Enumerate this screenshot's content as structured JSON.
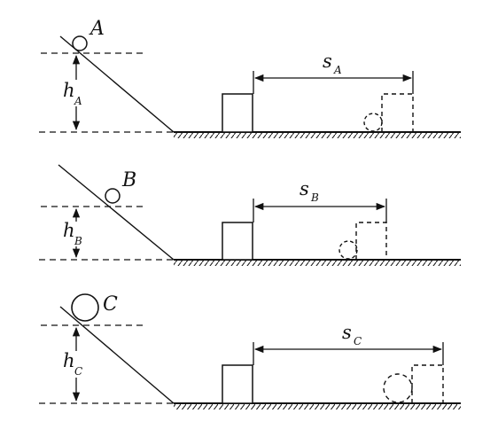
{
  "figure": {
    "panels": [
      {
        "ball": "A",
        "height": "h",
        "height_sub": "A",
        "distance": "s",
        "distance_sub": "A"
      },
      {
        "ball": "B",
        "height": "h",
        "height_sub": "B",
        "distance": "s",
        "distance_sub": "B"
      },
      {
        "ball": "C",
        "height": "h",
        "height_sub": "C",
        "distance": "s",
        "distance_sub": "C"
      }
    ]
  },
  "colors": {
    "ink": "#111111",
    "background": "#ffffff"
  }
}
